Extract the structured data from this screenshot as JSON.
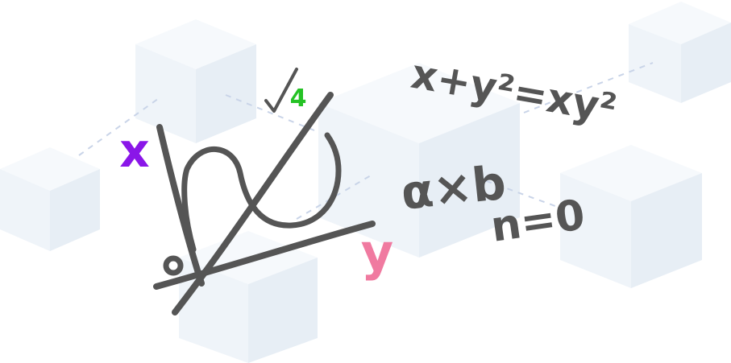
{
  "illustration": {
    "equation_1": "x+y²=xy²",
    "equation_2": "α×b",
    "equation_3": "n=0",
    "sqrt_symbol": "√",
    "sqrt_value": "4",
    "origin_label": "o",
    "x_axis_label": "x",
    "y_axis_label": "y"
  },
  "colors": {
    "ink": "#555555",
    "x_label": "#8a16e8",
    "y_label": "#f07aa0",
    "sqrt_value": "#25c225",
    "cube": "#eff4f9",
    "dashed_line": "#c9d4e8"
  }
}
